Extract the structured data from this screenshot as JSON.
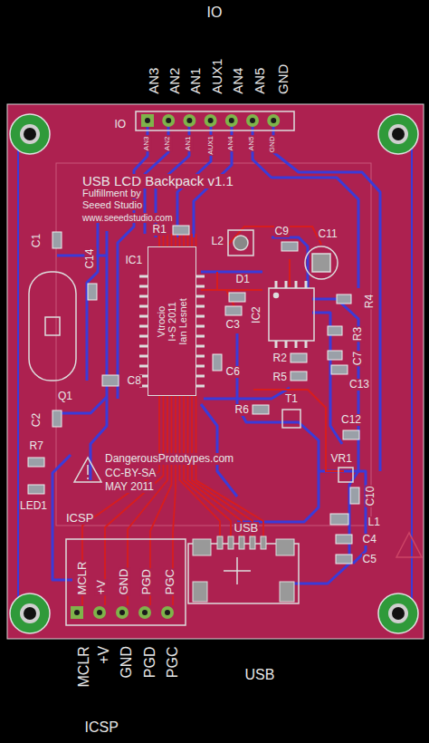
{
  "diagram": {
    "title": "USB LCD Backpack v1.1",
    "nodes": [
      {
        "text": [
          "Vtrocio",
          "I+S 2011",
          "Ian Lesnet"
        ]
      }
    ],
    "labels": [
      "IO",
      "AN3",
      "AN2",
      "AN1",
      "AUX1",
      "AN4",
      "AN5",
      "GND",
      "IO",
      "AN3",
      "AN2",
      "AN1",
      "AUX1",
      "AN4",
      "AN5",
      "GND",
      "Fulfillment by",
      "Seeed Studio",
      "www.seeedstudio.com",
      "C1",
      "C14",
      "R1",
      "L2",
      "C9",
      "C11",
      "IC1",
      "D1",
      "IC2",
      "R4",
      "R3",
      "C7",
      "C3",
      "C6",
      "R2",
      "R5",
      "C13",
      "C8",
      "Q1",
      "C2",
      "R6",
      "T1",
      "C12",
      "R7",
      "VR1",
      "DangerousPrototypes.com",
      "CC-BY-SA",
      "MAY 2011",
      "C10",
      "LED1",
      "ICSP",
      "L1",
      "USB",
      "C4",
      "MCLR",
      "+V",
      "GND",
      "PGD",
      "PGC",
      "C5",
      "MCLR",
      "+V",
      "GND",
      "PGD",
      "PGC",
      "USB",
      "ICSP"
    ]
  }
}
